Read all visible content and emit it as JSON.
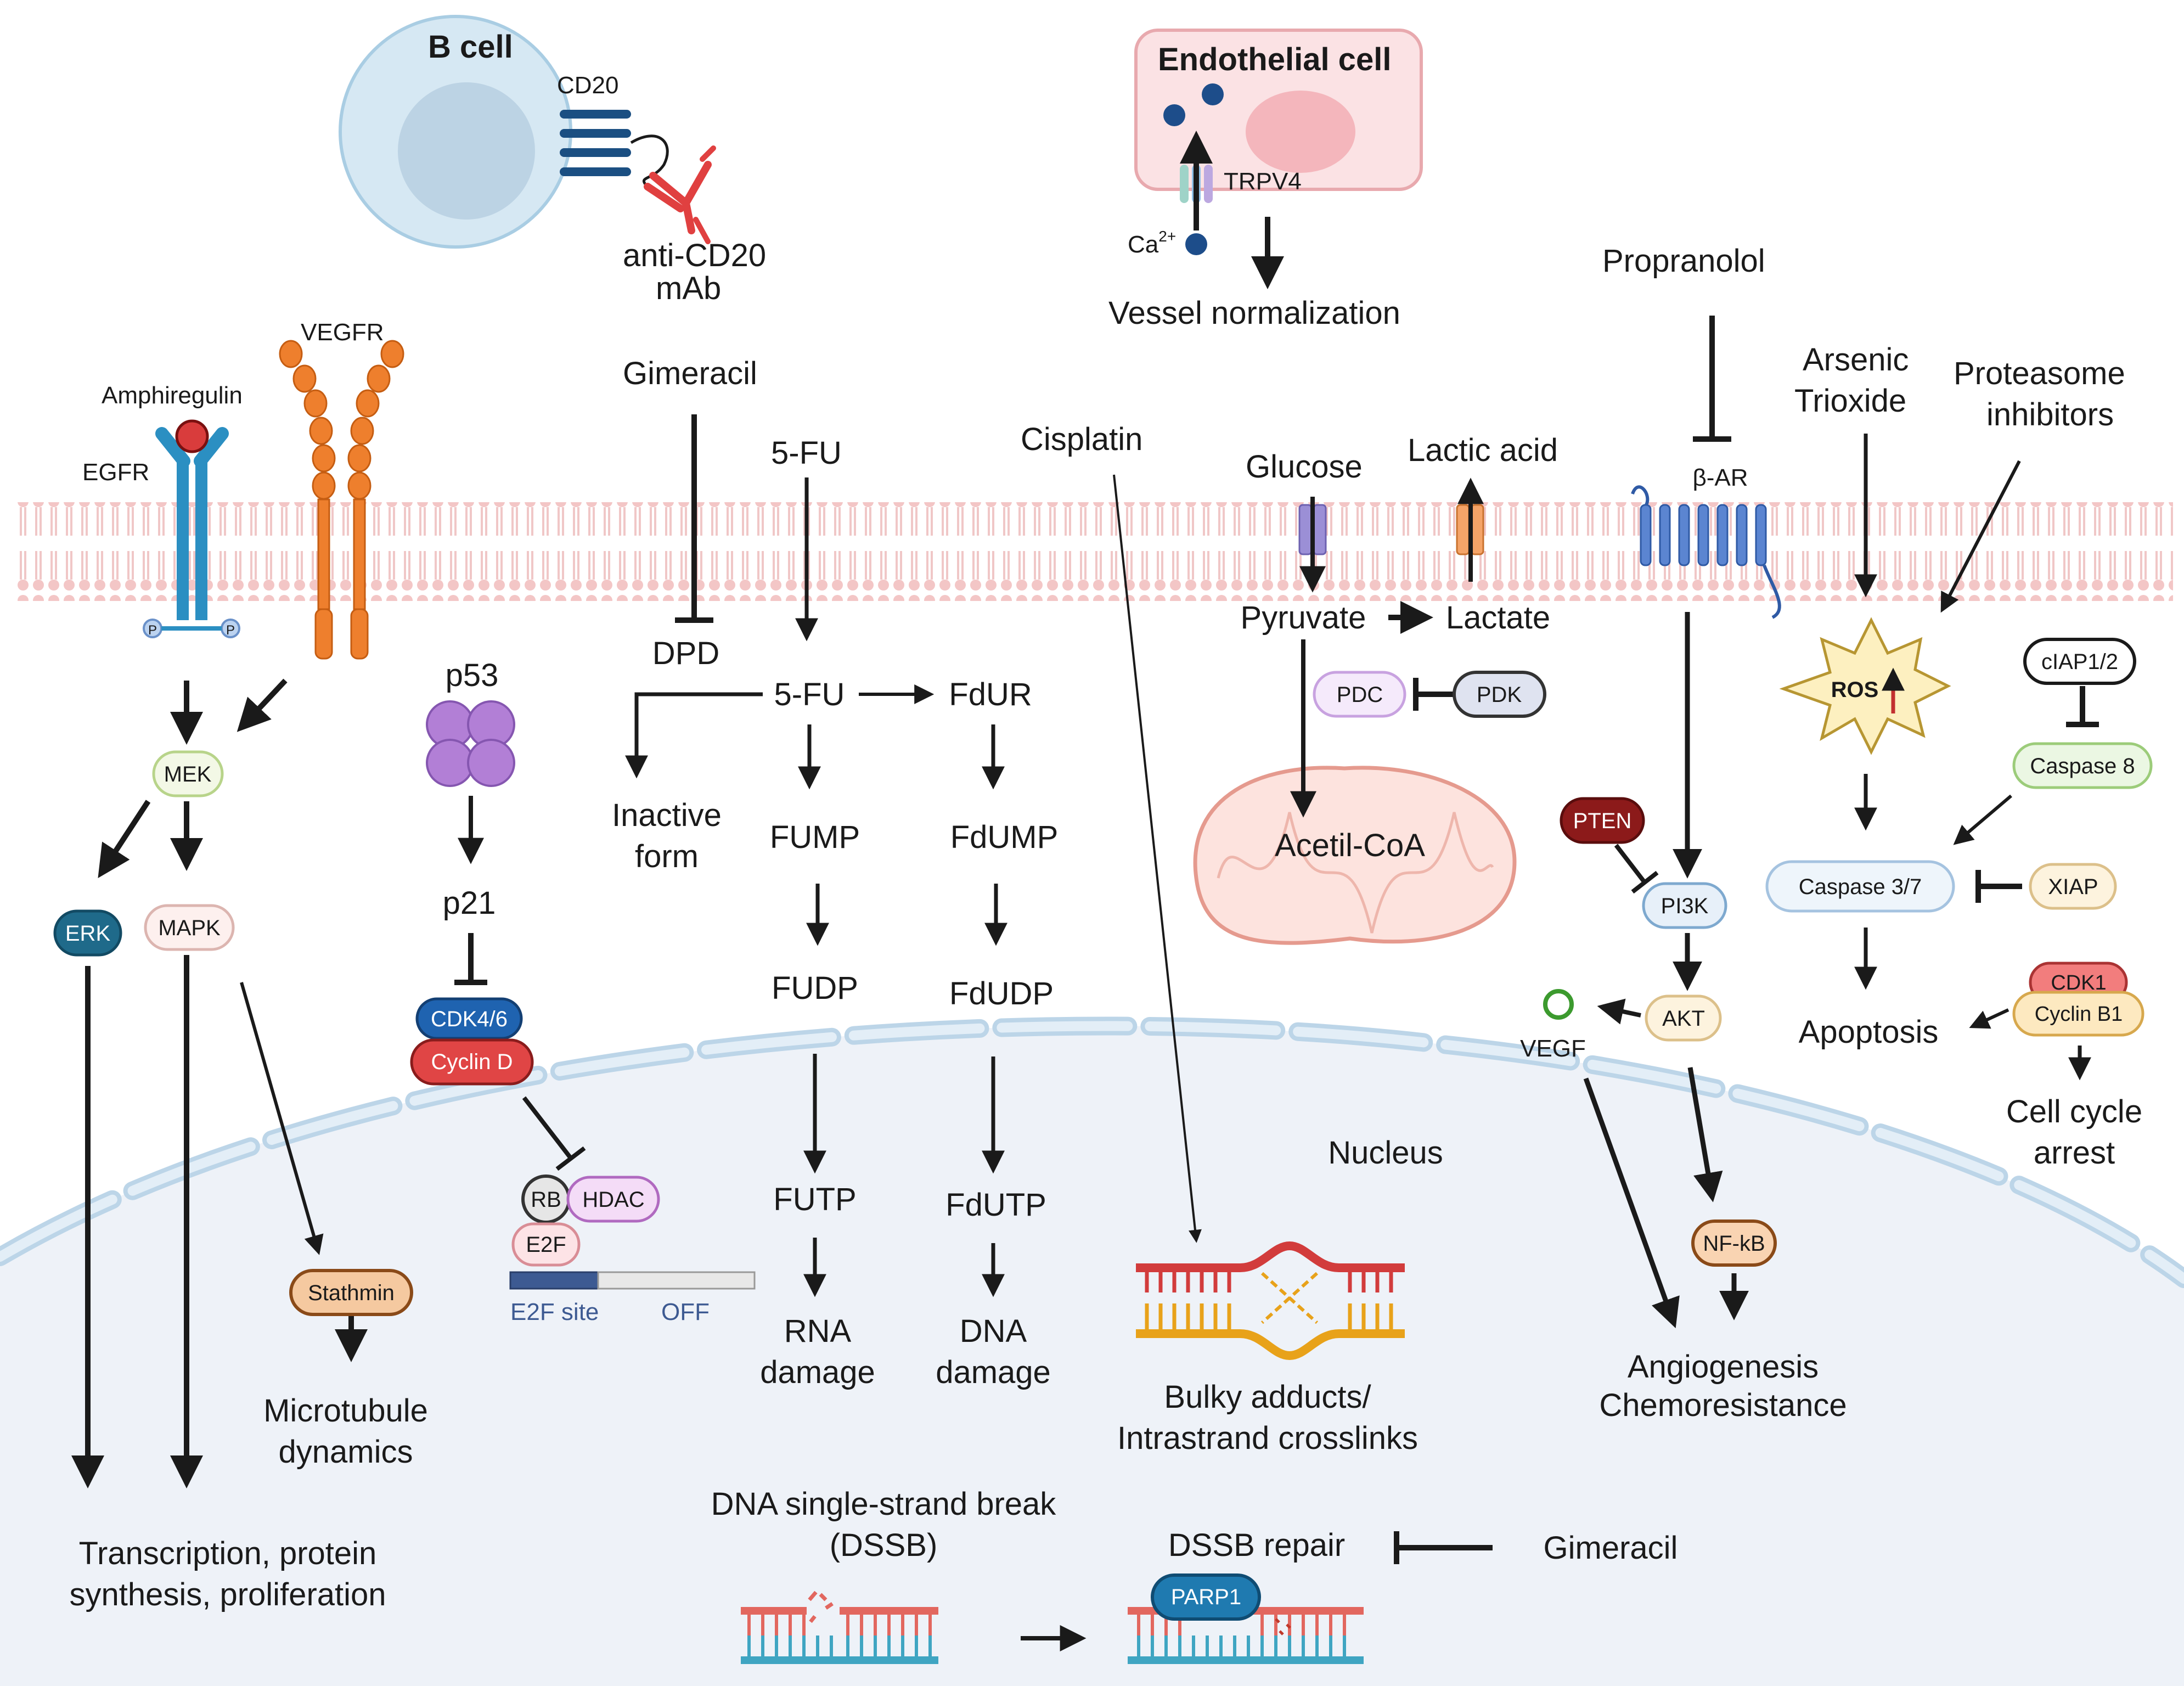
{
  "labels": {
    "b_cell": "B cell",
    "cd20": "CD20",
    "anti_cd20_1": "anti-CD20",
    "anti_cd20_2": "mAb",
    "endothelial": "Endothelial cell",
    "trpv4": "TRPV4",
    "ca": "Ca",
    "ca_sup": "2+",
    "vessel": "Vessel normalization",
    "propranolol": "Propranolol",
    "arsenic_1": "Arsenic",
    "arsenic_2": "Trioxide",
    "proteasome_1": "Proteasome",
    "proteasome_2": "inhibitors",
    "vegfr": "VEGFR",
    "amphiregulin": "Amphiregulin",
    "egfr": "EGFR",
    "gimeracil_top": "Gimeracil",
    "fu_top": "5-FU",
    "cisplatin": "Cisplatin",
    "glucose": "Glucose",
    "lactic_acid": "Lactic acid",
    "bar": "β-AR",
    "p53": "p53",
    "dpd": "DPD",
    "fu_mid": "5-FU",
    "fdur": "FdUR",
    "pyruvate": "Pyruvate",
    "lactate": "Lactate",
    "inactive_1": "Inactive",
    "inactive_2": "form",
    "fump": "FUMP",
    "fdump": "FdUMP",
    "acetil": "Acetil-CoA",
    "p21": "p21",
    "fudp": "FUDP",
    "fdudp": "FdUDP",
    "apoptosis": "Apoptosis",
    "vegf": "VEGF",
    "nucleus": "Nucleus",
    "cell_cycle_1": "Cell cycle",
    "cell_cycle_2": "arrest",
    "futp": "FUTP",
    "fdutp": "FdUTP",
    "e2f_site": "E2F site",
    "off": "OFF",
    "rna_1": "RNA",
    "rna_2": "damage",
    "dna_1": "DNA",
    "dna_2": "damage",
    "micro_1": "Microtubule",
    "micro_2": "dynamics",
    "bulky_1": "Bulky adducts/",
    "bulky_2": "Intrastrand crosslinks",
    "angio_1": "Angiogenesis",
    "angio_2": "Chemoresistance",
    "dssb_1": "DNA single-strand break",
    "dssb_2": "(DSSB)",
    "dssb_repair": "DSSB repair",
    "gimeracil_bottom": "Gimeracil",
    "trans_1": "Transcription, protein",
    "trans_2": "synthesis, proliferation",
    "ros": "ROS"
  },
  "pills": {
    "mek": "MEK",
    "erk": "ERK",
    "mapk": "MAPK",
    "stathmin": "Stathmin",
    "cdk46": "CDK4/6",
    "cyclind": "Cyclin D",
    "rb": "RB",
    "hdac": "HDAC",
    "e2f": "E2F",
    "pdc": "PDC",
    "pdk": "PDK",
    "pten": "PTEN",
    "pi3k": "PI3K",
    "akt": "AKT",
    "nfkb": "NF-kB",
    "ciap": "cIAP1/2",
    "caspase8": "Caspase 8",
    "caspase37": "Caspase 3/7",
    "xiap": "XIAP",
    "cdk1": "CDK1",
    "cyclinb1": "Cyclin B1",
    "parp1": "PARP1",
    "p_left": "P",
    "p_right": "P"
  }
}
